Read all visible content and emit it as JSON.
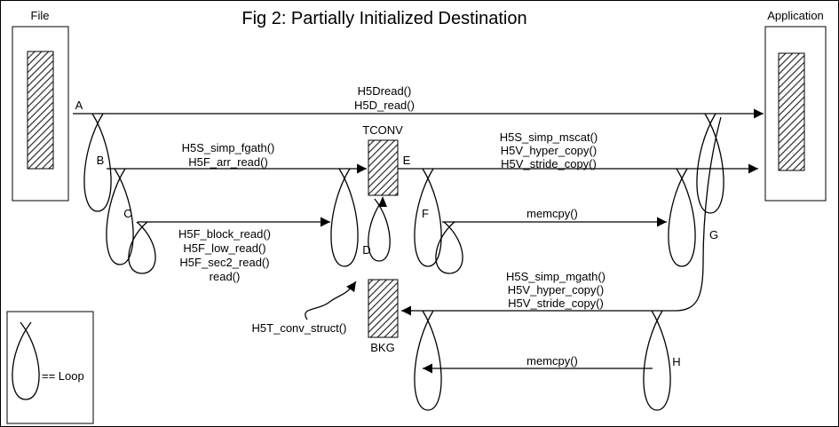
{
  "title": "Fig 2:  Partially Initialized Destination",
  "colors": {
    "ink": "#000000",
    "background": "#ffffff"
  },
  "nodes": {
    "file": {
      "label": "File"
    },
    "application": {
      "label": "Application"
    },
    "tconv_buffer": {
      "label": "TCONV"
    },
    "bkg_buffer": {
      "label": "BKG"
    }
  },
  "loop_points": {
    "a": "A",
    "b": "B",
    "c": "C",
    "d": "D",
    "e": "E",
    "f": "F",
    "g": "G",
    "h": "H"
  },
  "edges": {
    "dataset_read": {
      "labels": [
        "H5Dread()",
        "H5D_read()"
      ]
    },
    "file_gather": {
      "labels": [
        "H5S_simp_fgath()",
        "H5F_arr_read()"
      ]
    },
    "mem_scatter": {
      "labels": [
        "H5S_simp_mscat()",
        "H5V_hyper_copy()",
        "H5V_stride_copy()"
      ]
    },
    "block_read": {
      "labels": [
        "H5F_block_read()",
        "H5F_low_read()",
        "H5F_sec2_read()",
        "read()"
      ]
    },
    "memcpy_scatter": {
      "labels": [
        "memcpy()"
      ]
    },
    "mem_gather": {
      "labels": [
        "H5S_simp_mgath()",
        "H5V_hyper_copy()",
        "H5V_stride_copy()"
      ]
    },
    "memcpy_gather": {
      "labels": [
        "memcpy()"
      ]
    },
    "type_conversion": {
      "labels": [
        "H5T_conv_struct()"
      ]
    }
  },
  "legend": {
    "text": "== Loop"
  }
}
